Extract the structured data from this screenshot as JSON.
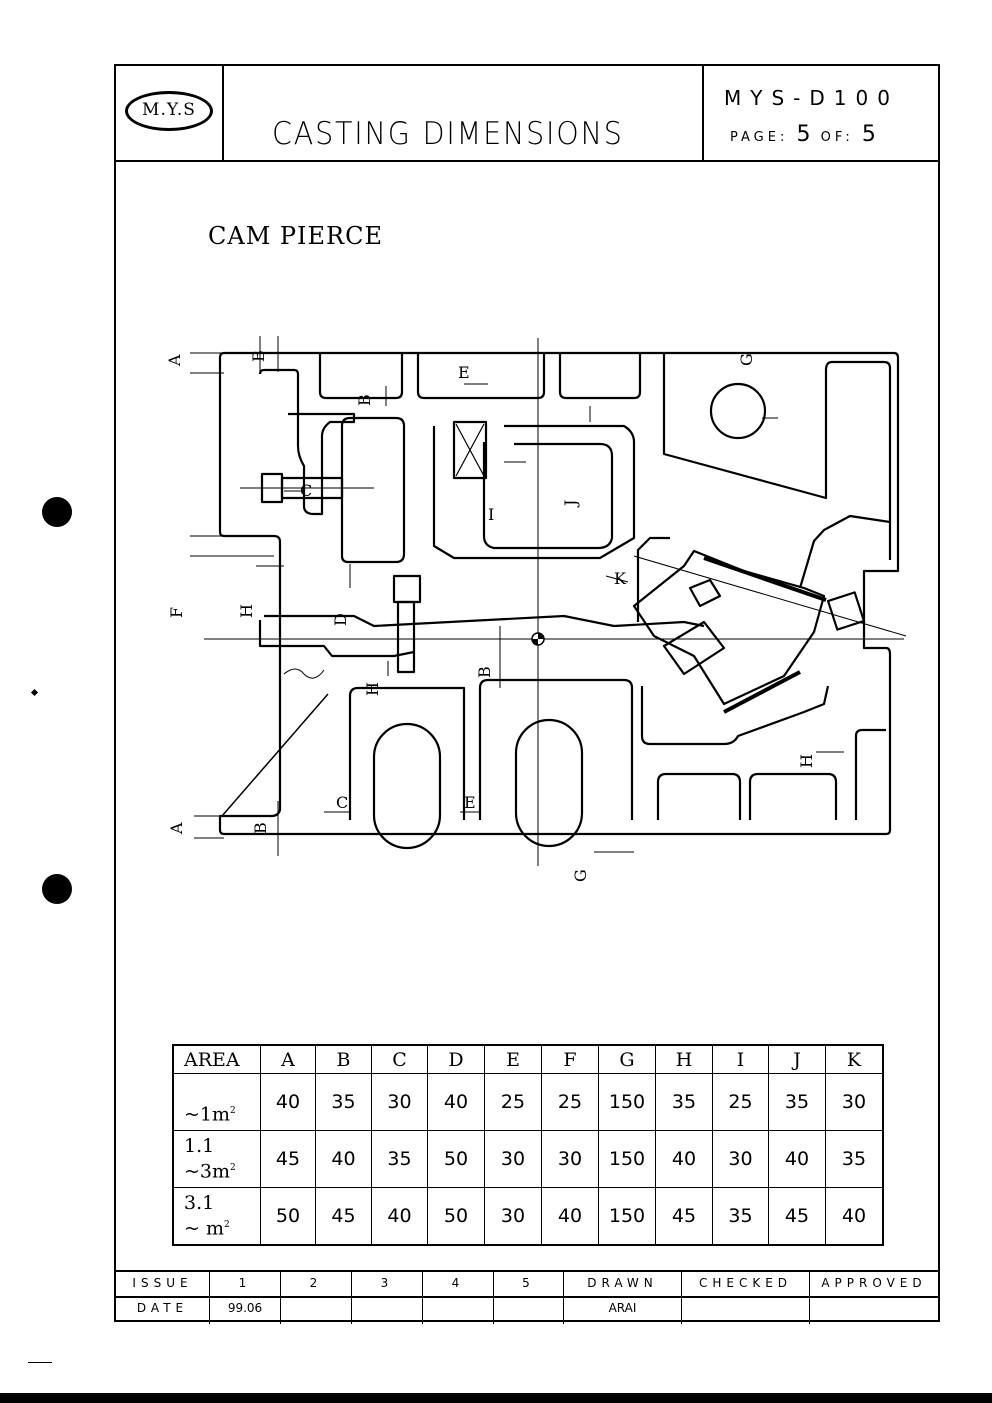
{
  "header": {
    "logo_text": "M.Y.S",
    "title": "CASTING DIMENSIONS",
    "doc_code": "MYS-D100",
    "page_label": "PAGE:",
    "page_current": "5",
    "page_of_label": "OF:",
    "page_total": "5"
  },
  "section_title": "CAM PIERCE",
  "drawing_labels": {
    "A": "A",
    "B": "B",
    "C": "C",
    "D": "D",
    "E": "E",
    "F": "F",
    "G": "G",
    "H": "H",
    "I": "I",
    "J": "J",
    "K": "K"
  },
  "table": {
    "columns": [
      "AREA",
      "A",
      "B",
      "C",
      "D",
      "E",
      "F",
      "G",
      "H",
      "I",
      "J",
      "K"
    ],
    "rows": [
      {
        "area_line1": "",
        "area_line2": "~1m",
        "values": [
          "40",
          "35",
          "30",
          "40",
          "25",
          "25",
          "150",
          "35",
          "25",
          "35",
          "30"
        ]
      },
      {
        "area_line1": "1.1",
        "area_line2": "~3m",
        "values": [
          "45",
          "40",
          "35",
          "50",
          "30",
          "30",
          "150",
          "40",
          "30",
          "40",
          "35"
        ]
      },
      {
        "area_line1": "3.1",
        "area_line2": "~ m",
        "values": [
          "50",
          "45",
          "40",
          "50",
          "30",
          "40",
          "150",
          "45",
          "35",
          "45",
          "40"
        ]
      }
    ],
    "superscript": "2"
  },
  "footer": {
    "issue_label": "ISSUE",
    "date_label": "DATE",
    "issues": [
      "1",
      "2",
      "3",
      "4",
      "5"
    ],
    "issue1_date": "99.06",
    "drawn_label": "DRAWN",
    "checked_label": "CHECKED",
    "approved_label": "APPROVED",
    "drawn_by": "ARAI"
  }
}
